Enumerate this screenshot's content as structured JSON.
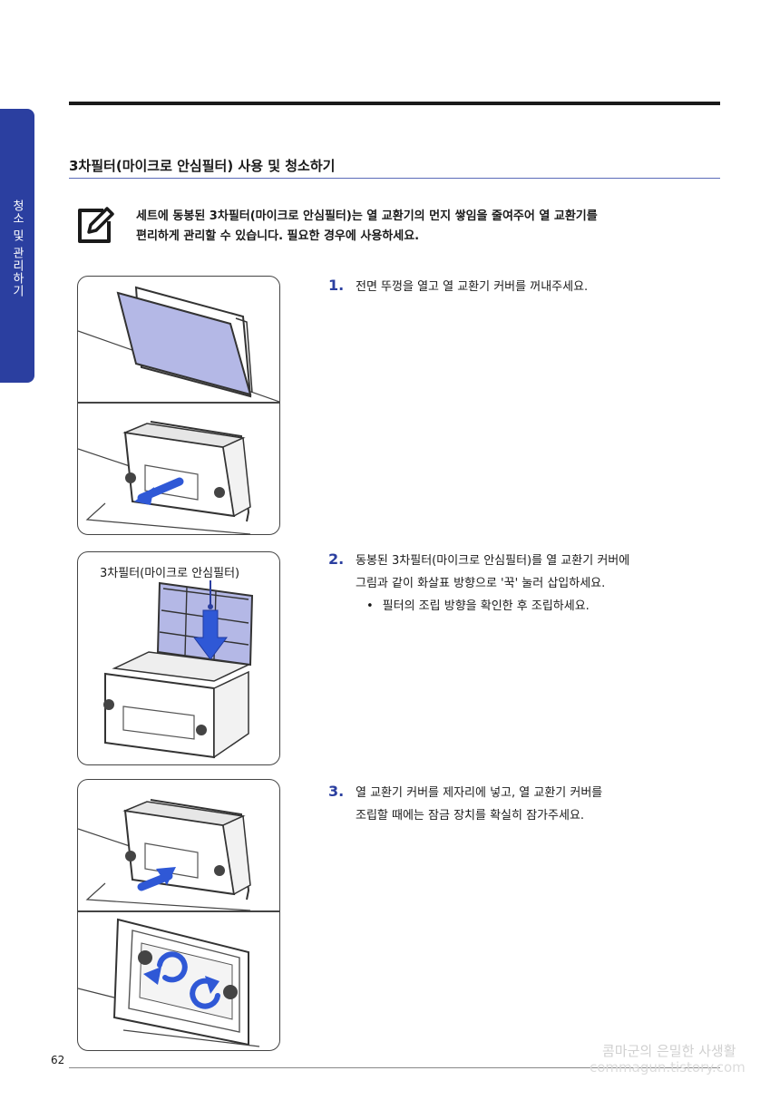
{
  "side_tab": {
    "label": "청소 및 관리하기"
  },
  "section": {
    "title": "3차필터(마이크로 안심필터) 사용 및 청소하기"
  },
  "note": {
    "icon": "note-pencil-icon",
    "line1": "세트에 동봉된 3차필터(마이크로 안심필터)는 열 교환기의 먼지 쌓임을 줄여주어 열 교환기를",
    "line2": "편리하게 관리할 수 있습니다. 필요한 경우에 사용하세요."
  },
  "steps": [
    {
      "num": "1.",
      "line1": "전면 뚜껑을 열고 열 교환기 커버를 꺼내주세요."
    },
    {
      "num": "2.",
      "line1": "동봉된 3차필터(마이크로 안심필터)를 열 교환기 커버에",
      "line2": "그림과 같이 화살표 방향으로 '꾹' 눌러 삽입하세요.",
      "bullet": "필터의 조립 방향을 확인한 후 조립하세요."
    },
    {
      "num": "3.",
      "line1": "열 교환기 커버를 제자리에 넣고, 열 교환기 커버를",
      "line2": "조립할 때에는 잠금 장치를 확실히 잠가주세요."
    }
  ],
  "callout": {
    "label": "3차필터(마이크로 안심필터)"
  },
  "footer": {
    "page_number": "62",
    "watermark_line1": "콤마군의 은밀한 사생활",
    "watermark_line2": "commagun.tistory.com"
  },
  "colors": {
    "accent": "#2b3fa0",
    "filter_fill": "#b4b8e6",
    "arrow": "#2f58d6"
  }
}
